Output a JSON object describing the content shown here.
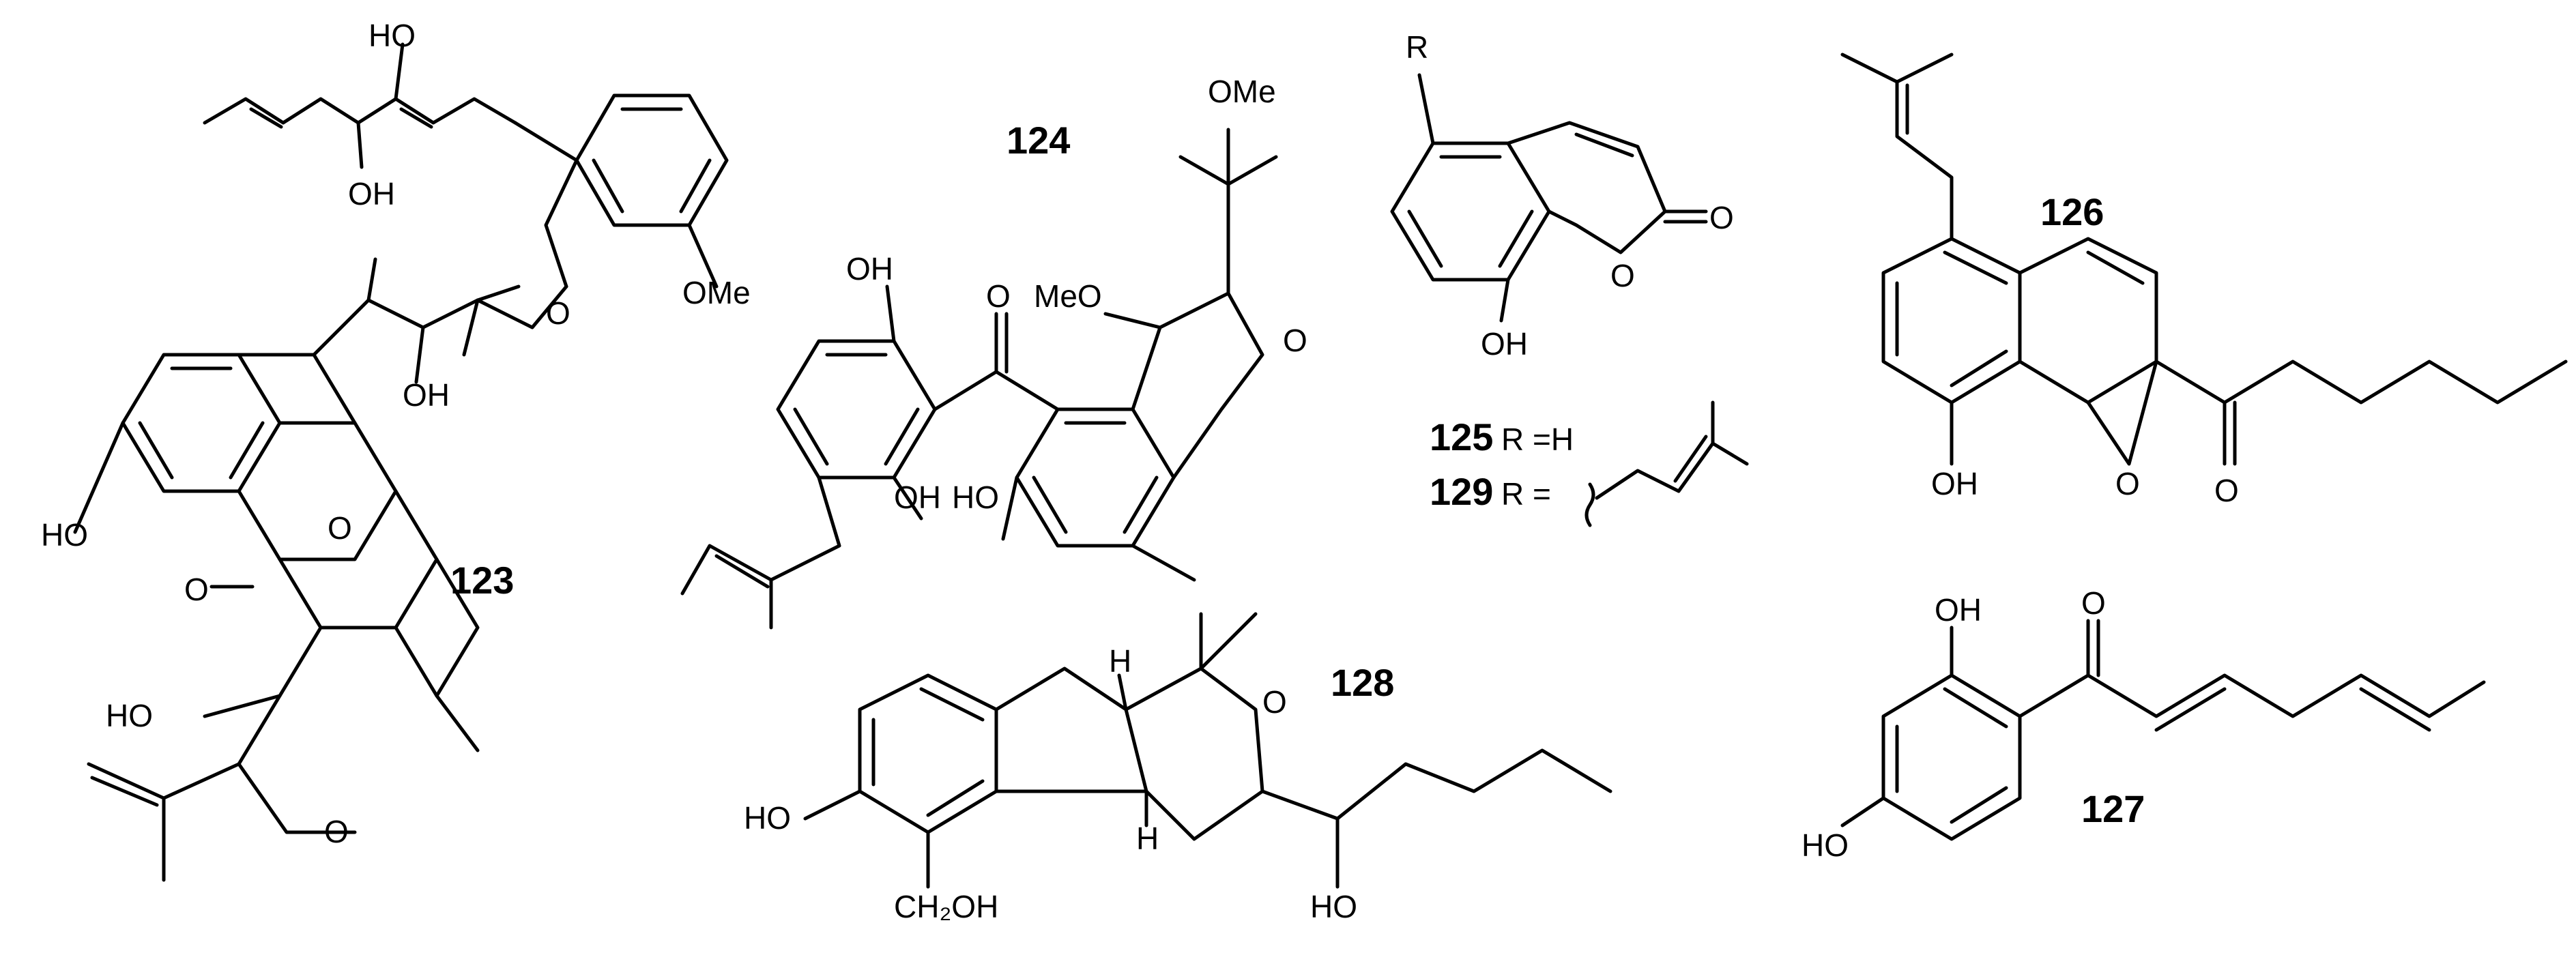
{
  "compounds": {
    "c123": {
      "number": "123",
      "labels": {
        "ho_side": "HO",
        "oh_top_left": "HO",
        "oh_top_right": "OH",
        "oh_mid": "OH",
        "ome": "OMe",
        "o_ether": "O",
        "o_ring1": "O",
        "o_carbonyl": "O",
        "o_ring2": "O",
        "oh_low": "HO"
      }
    },
    "c124": {
      "number": "124",
      "labels": {
        "ome_top": "OMe",
        "meo": "MeO",
        "oh_top": "OH",
        "o_carbonyl": "O",
        "o_ring": "O",
        "oh_mid": "OH",
        "ho_low": "HO"
      }
    },
    "c125": {
      "number": "125",
      "r_def": "R =H",
      "labels": {
        "r": "R",
        "o_carbonyl": "O",
        "o_ring": "O",
        "oh": "OH"
      }
    },
    "c129": {
      "number": "129",
      "r_def": "R ="
    },
    "c126": {
      "number": "126",
      "labels": {
        "oh": "OH",
        "o_epoxide": "O",
        "o_ketone": "O"
      }
    },
    "c127": {
      "number": "127",
      "labels": {
        "oh_top": "OH",
        "o_ketone": "O",
        "ho": "HO"
      }
    },
    "c128": {
      "number": "128",
      "labels": {
        "h_top": "H",
        "o_ring": "O",
        "ho": "HO",
        "h_low": "H",
        "ch2oh": "CH₂OH",
        "ho_chain": "HO"
      }
    }
  }
}
